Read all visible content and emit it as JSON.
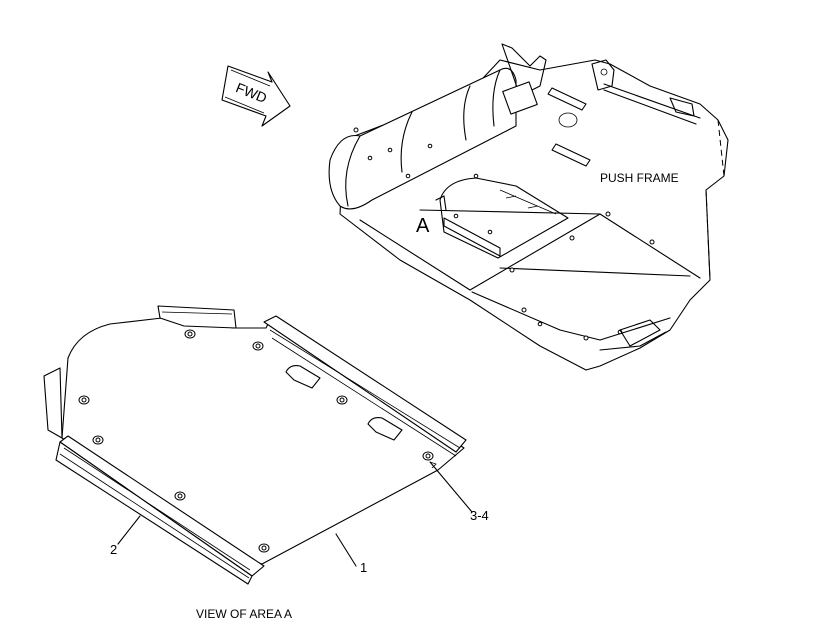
{
  "diagram": {
    "fwd_label": "FWD",
    "push_frame_label": "PUSH FRAME",
    "area_marker": "A",
    "view_caption": "VIEW OF AREA  A",
    "callouts": [
      {
        "id": "callout-1",
        "label": "1"
      },
      {
        "id": "callout-2",
        "label": "2"
      },
      {
        "id": "callout-3-4",
        "label": "3-4"
      }
    ]
  }
}
